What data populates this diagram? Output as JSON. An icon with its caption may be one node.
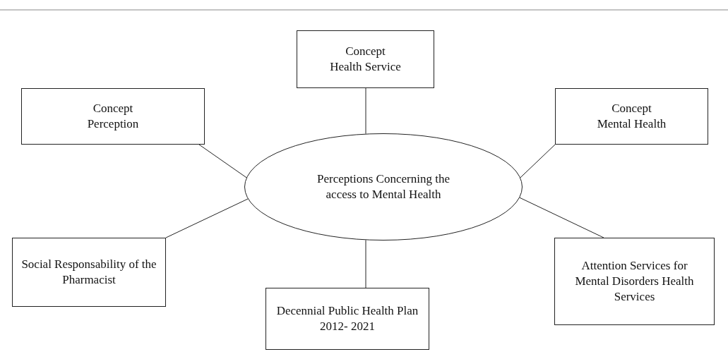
{
  "diagram": {
    "nodes": [
      {
        "text": [
          "Concept Health Service"
        ]
      },
      {
        "text": [
          "Concept Perception"
        ]
      },
      {
        "text": [
          "Concept Mental Health"
        ]
      },
      {
        "text": [
          "Perceptions Concerning the access to Mental Health"
        ]
      },
      {
        "text": [
          "Social Responsability of the Pharmacist"
        ]
      },
      {
        "text": [
          "Decennial Public Health Plan 2012- 2021"
        ]
      },
      {
        "text": [
          "Attention Services for Mental Disorders Health Services"
        ]
      }
    ],
    "edges": [
      {
        "from": 3,
        "to": 0,
        "arrow": "none"
      },
      {
        "from": 3,
        "to": 1,
        "arrow": "none"
      },
      {
        "from": 3,
        "to": 2,
        "arrow": "none"
      },
      {
        "from": 3,
        "to": 4,
        "arrow": "none"
      },
      {
        "from": 3,
        "to": 5,
        "arrow": "none"
      },
      {
        "from": 3,
        "to": 6,
        "arrow": "none"
      }
    ]
  }
}
